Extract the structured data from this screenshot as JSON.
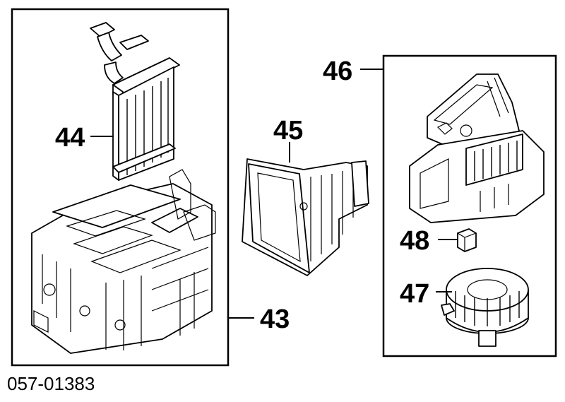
{
  "callouts": {
    "c43": "43",
    "c44": "44",
    "c45": "45",
    "c46": "46",
    "c47": "47",
    "c48": "48"
  },
  "diagram_number": "057-01383"
}
